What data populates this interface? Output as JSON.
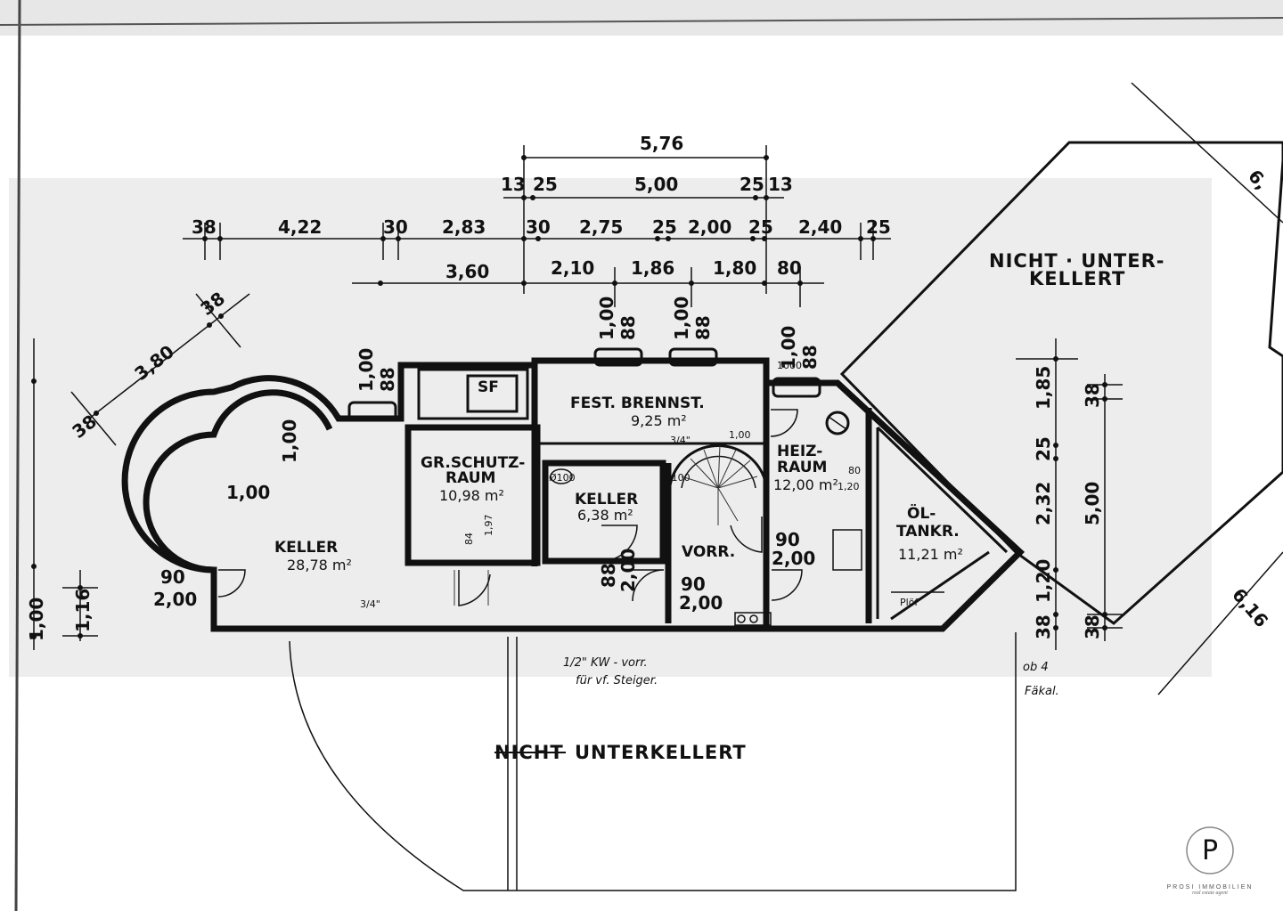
{
  "dimensions": {
    "top_total": "5,76",
    "second_row": [
      "13",
      "25",
      "5,00",
      "25",
      "13"
    ],
    "third_row": [
      "38",
      "4,22",
      "30",
      "2,83",
      "30",
      "2,75",
      "25",
      "2,00",
      "25",
      "2,40",
      "25"
    ],
    "fourth_row": [
      "3,60",
      "2,10",
      "1,86",
      "1,80",
      "80"
    ],
    "diag_left": [
      "3,80",
      "38",
      "38"
    ],
    "right_col": [
      "1,85",
      "38",
      "25",
      "2,32",
      "5,00",
      "1,20",
      "38",
      "38"
    ],
    "left_col": [
      "1,16",
      "1,00"
    ],
    "windows": [
      "1,00",
      "88",
      "1,00",
      "88",
      "1,00",
      "88",
      "1,00",
      "88"
    ],
    "doors": [
      "90",
      "2,00",
      "1,00",
      "1,00",
      "88",
      "2,00",
      "90",
      "2,00",
      "90",
      "2,00",
      "80",
      "1,20",
      "1,97",
      "84",
      "1,00"
    ],
    "diag_right": [
      "6,16",
      "6,"
    ]
  },
  "rooms": [
    {
      "name": "KELLER",
      "area": "28,78 m²"
    },
    {
      "name_line1": "GR.SCHUTZ-",
      "name_line2": "RAUM",
      "area": "10,98 m²"
    },
    {
      "name": "FEST. BRENNST.",
      "area": "9,25 m²"
    },
    {
      "name": "KELLER",
      "area": "6,38 m²"
    },
    {
      "name": "VORR."
    },
    {
      "name_line1": "HEIZ-",
      "name_line2": "RAUM",
      "area": "12,00 m²"
    },
    {
      "name_line1": "ÖL-",
      "name_line2": "TANKR.",
      "area": "11,21 m²"
    }
  ],
  "labels": {
    "sf": "SF",
    "nicht_unterkellert_line1": "NICHT · UNTER-",
    "nicht_unterkellert_line2": "KELLERT",
    "bottom_struck": "NICHT",
    "bottom_label": "UNTERKELLERT",
    "note_line1": "1/2\" KW - vorr.",
    "note_line2": "für vf. Steiger.",
    "note_right_line1": "ob 4",
    "note_right_line2": "Fäkal.",
    "small_314": "3/4\"",
    "small_314b": "3/4\"",
    "small_100": "Ø100",
    "small_100b": "Ø100",
    "small_1000": "1000",
    "small_pidf": "Plöf"
  },
  "logo": {
    "monogram": "P",
    "brand": "PROSI IMMOBILIEN",
    "tagline": "real estate agent"
  }
}
